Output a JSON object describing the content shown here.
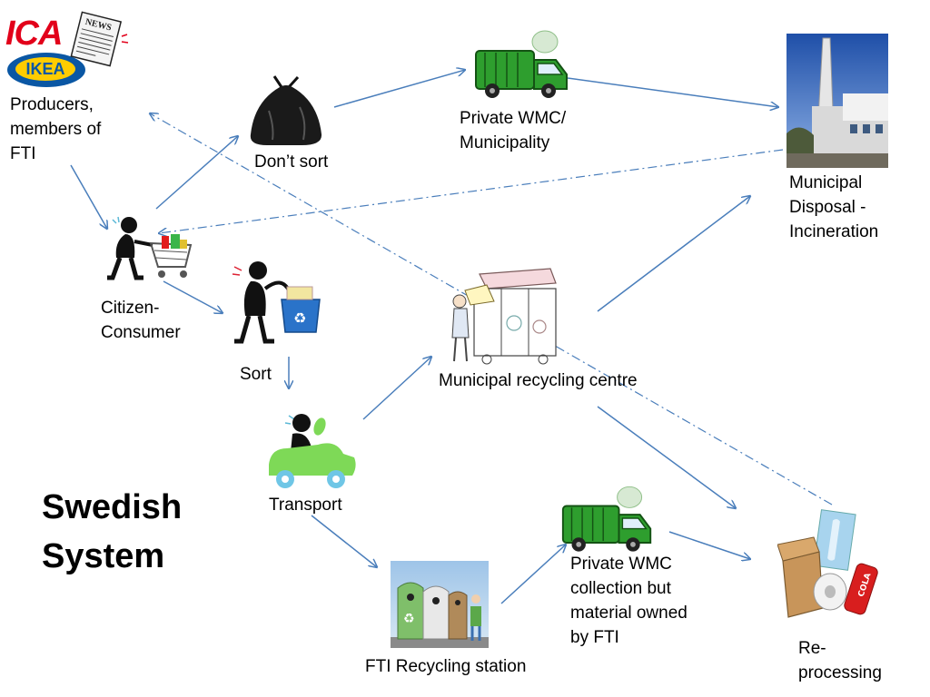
{
  "title": "Swedish\nSystem",
  "logos": {
    "ica": "ICA",
    "ikea": "IKEA",
    "news": "NEWS"
  },
  "nodes": {
    "producers": "Producers,\nmembers of\nFTI",
    "dont_sort": "Don’t sort",
    "private_wmc": "Private WMC/\nMunicipality",
    "incineration": "Municipal\nDisposal -\nIncineration",
    "citizen": "Citizen-\nConsumer",
    "sort": "Sort",
    "recycling_centre": "Municipal recycling centre",
    "transport": "Transport",
    "fti_station": "FTI Recycling station",
    "private_collection": "Private WMC\ncollection but\nmaterial owned\nby FTI",
    "reprocessing": "Re-\nprocessing"
  },
  "colors": {
    "arrow": "#4a7ebb",
    "truck": "#2e9e2e",
    "car": "#7ed957",
    "bin": "#2a73c9"
  },
  "icons": [
    "newspaper-icon",
    "trash-bag-icon",
    "garbage-truck-icon",
    "incinerator-photo",
    "shopper-icon",
    "sorting-person-icon",
    "recycling-centre-icon",
    "car-icon",
    "recycling-station-photo",
    "materials-icon"
  ]
}
